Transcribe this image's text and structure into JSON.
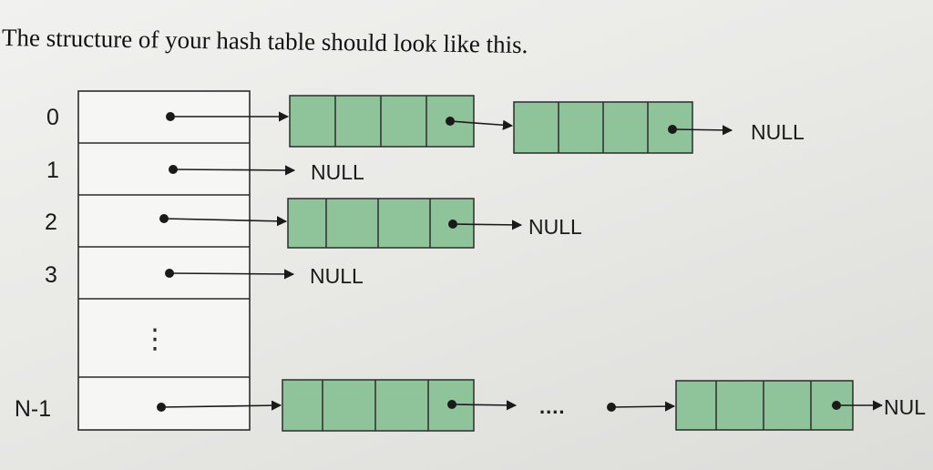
{
  "heading": "The structure of your hash table should look like this.",
  "table": {
    "indices": [
      "0",
      "1",
      "2",
      "3",
      "N-1"
    ],
    "ellipsis": "⋮"
  },
  "null_label": "NULL",
  "last_null_label": "NUL",
  "ellipsis_between_nodes": "....",
  "colors": {
    "node_fill": "#8fc49a",
    "line": "#1a1a1a",
    "table_fill": "#f6f6f4"
  }
}
